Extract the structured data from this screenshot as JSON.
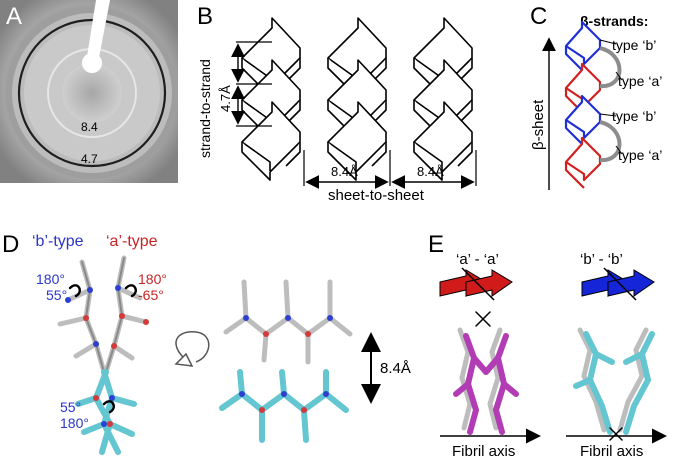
{
  "panels": {
    "A": {
      "letter": "A",
      "ring_inner_label": "8.4",
      "ring_outer_label": "4.7"
    },
    "B": {
      "letter": "B",
      "strand_spacing_label": "4.7Å",
      "strand_axis_label": "strand-to-strand",
      "sheet_spacing_label_1": "8.4Å",
      "sheet_spacing_label_2": "8.4Å",
      "sheet_axis_label": "sheet-to-sheet"
    },
    "C": {
      "letter": "C",
      "title": "β-strands:",
      "axis_label": "β-sheet",
      "types": [
        "type ‘b’",
        "type ‘a’",
        "type ‘b’",
        "type ‘a’"
      ],
      "colors": {
        "b": "#1f2fd6",
        "a": "#d32020"
      }
    },
    "D": {
      "letter": "D",
      "b_type_label": "‘b’-type",
      "a_type_label": "‘a’-type",
      "angle_b_top_1": "180°",
      "angle_b_top_2": "55°",
      "angle_a_top_1": "180°",
      "angle_a_top_2": "-65°",
      "angle_b_bottom_1": "55°",
      "angle_b_bottom_2": "180°",
      "spacing_label": "8.4Å",
      "colors": {
        "b": "#2a36c8",
        "a": "#c82424",
        "cyan": "#63c6d0"
      }
    },
    "E": {
      "letter": "E",
      "left_title": "‘a’ - ‘a’",
      "right_title": "‘b’ - ‘b’",
      "left_axis_label": "Fibril axis",
      "right_axis_label": "Fibril axis",
      "colors": {
        "magenta": "#b23cb4",
        "cyan": "#63c6d0",
        "red": "#d11b1b",
        "blue": "#1526d8"
      }
    }
  }
}
